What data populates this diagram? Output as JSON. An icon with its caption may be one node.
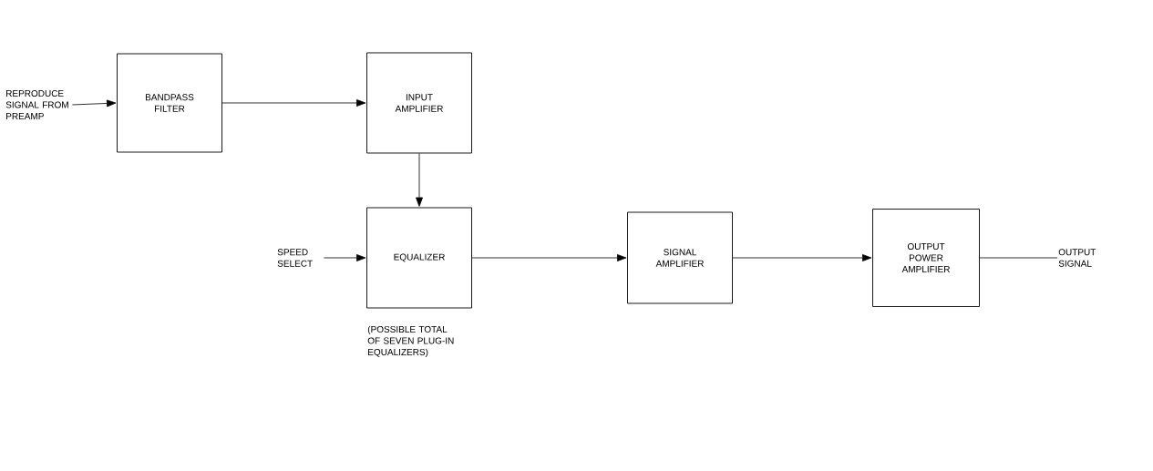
{
  "diagram": {
    "nodes": [
      {
        "text": [
          "REPRODUCE SIGNAL FROM PREAMP"
        ]
      },
      {
        "text": [
          "BANDPASS FILTER"
        ]
      },
      {
        "text": [
          "INPUT AMPLIFIER"
        ]
      },
      {
        "text": [
          "SPEED SELECT"
        ]
      },
      {
        "text": [
          "EQUALIZER"
        ],
        "beside": [
          "(POSSIBLE TOTAL OF SEVEN PLUG-IN EQUALIZERS)"
        ]
      },
      {
        "text": [
          "SIGNAL AMPLIFIER"
        ]
      },
      {
        "text": [
          "OUTPUT POWER AMPLIFIER"
        ]
      },
      {
        "text": [
          "OUTPUT SIGNAL"
        ]
      }
    ],
    "edges": [
      {
        "from": 0,
        "to": 1,
        "arrow": "to"
      },
      {
        "from": 1,
        "to": 2,
        "arrow": "to"
      },
      {
        "from": 2,
        "to": 4,
        "arrow": "to"
      },
      {
        "from": 3,
        "to": 4,
        "arrow": "to"
      },
      {
        "from": 4,
        "to": 5,
        "arrow": "to"
      },
      {
        "from": 5,
        "to": 6,
        "arrow": "to"
      },
      {
        "from": 6,
        "to": 7,
        "arrow": "none"
      }
    ]
  }
}
